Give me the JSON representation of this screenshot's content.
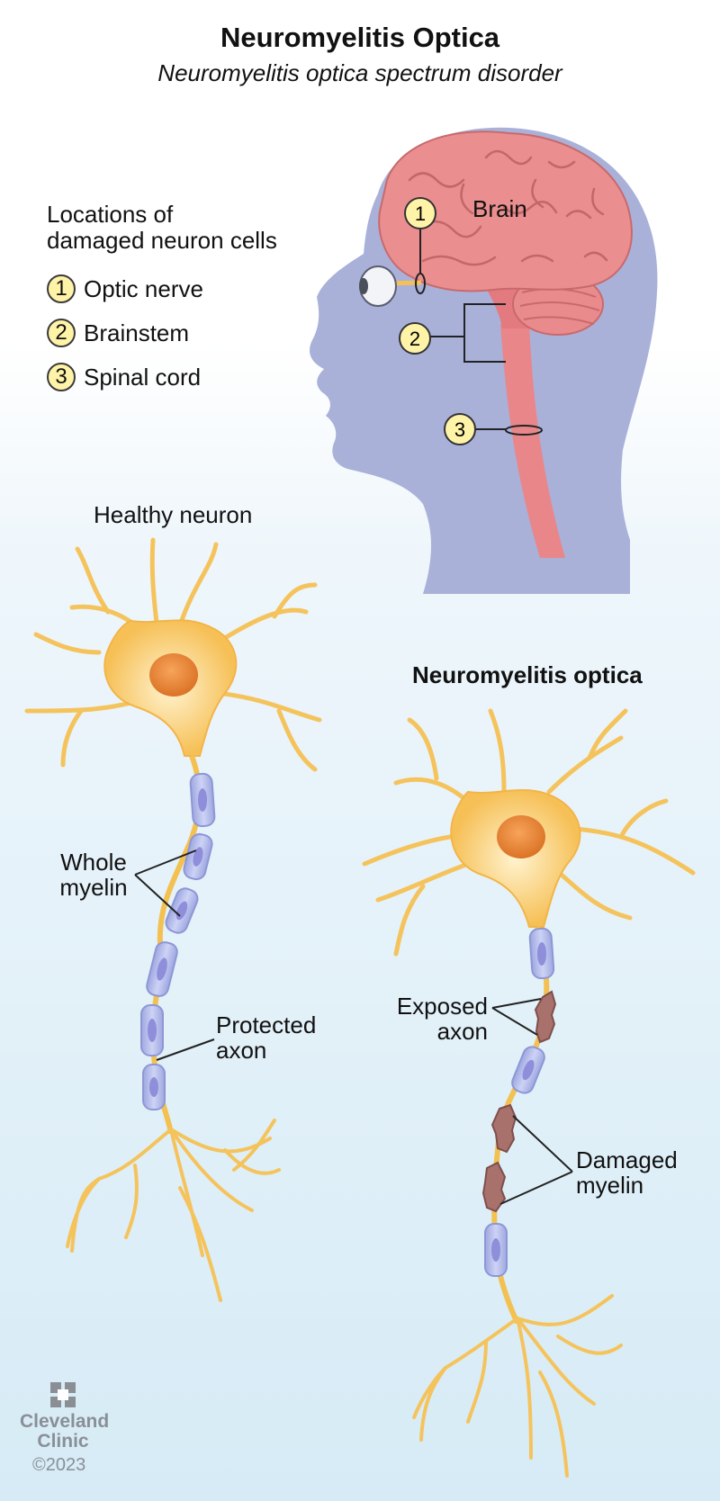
{
  "header": {
    "title": "Neuromyelitis Optica",
    "subtitle": "Neuromyelitis optica spectrum disorder"
  },
  "legend": {
    "heading_line1": "Locations of",
    "heading_line2": "damaged neuron cells",
    "items": [
      {
        "number": "1",
        "label": "Optic nerve"
      },
      {
        "number": "2",
        "label": "Brainstem"
      },
      {
        "number": "3",
        "label": "Spinal cord"
      }
    ]
  },
  "head_diagram": {
    "brain_label": "Brain",
    "markers": [
      "1",
      "2",
      "3"
    ]
  },
  "healthy_neuron": {
    "title": "Healthy neuron",
    "myelin_label_line1": "Whole",
    "myelin_label_line2": "myelin",
    "axon_label_line1": "Protected",
    "axon_label_line2": "axon"
  },
  "nmo_neuron": {
    "title": "Neuromyelitis optica",
    "exposed_label_line1": "Exposed",
    "exposed_label_line2": "axon",
    "damaged_label_line1": "Damaged",
    "damaged_label_line2": "myelin"
  },
  "branding": {
    "logo_line1": "Cleveland",
    "logo_line2": "Clinic",
    "copyright": "©2023"
  },
  "colors": {
    "head": "#a9b1d9",
    "brain": "#e98b8c",
    "neuron": "#f7c766",
    "nucleus": "#ec8b3a",
    "myelin": "#aab3e6",
    "damaged_myelin": "#a8716c",
    "badge": "#fff3a8"
  }
}
